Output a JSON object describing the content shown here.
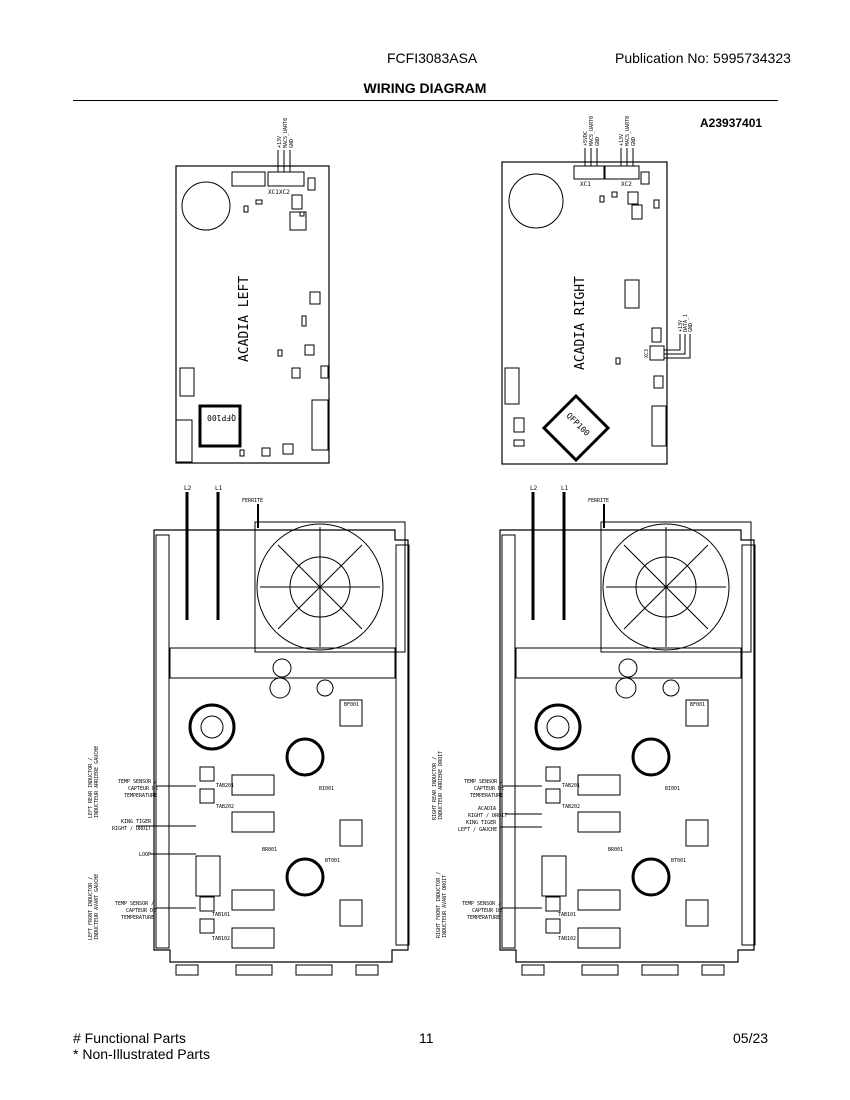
{
  "header": {
    "model": "FCFI3083ASA",
    "publication": "Publication No:  5995734323",
    "title": "WIRING DIAGRAM",
    "doc_number": "A23937401"
  },
  "boards": {
    "left": {
      "name": "ACADIA LEFT",
      "chip": "QFP100",
      "xc1": "XC1",
      "xc2": "XC2",
      "pins": [
        "+13V",
        "MACS_UART0",
        "GND"
      ]
    },
    "right": {
      "name": "ACADIA RIGHT",
      "chip": "QFP100",
      "xc1": "XC1",
      "xc2": "XC2",
      "xc3": "XC3",
      "pins_xc1": [
        "+5VDC",
        "MACS_UART0",
        "GND"
      ],
      "pins_xc2": [
        "+13V",
        "MACS_UART0",
        "GND"
      ],
      "pins_xc3": [
        "+13V",
        "DATA_1",
        "GND"
      ]
    }
  },
  "generators": {
    "left": {
      "l2": "L2",
      "l1": "L1",
      "ferrite": "FERRITE",
      "temp_sensor_top": [
        "TEMP SENSOR /",
        "CAPTEUR DE",
        "TEMPERATURE"
      ],
      "king_tiger": [
        "KING TIGER",
        "RIGHT / DROIT"
      ],
      "loop": "LOOP",
      "temp_sensor_bottom": [
        "TEMP SENSOR /",
        "CAPTEUR DE",
        "TEMPERATURE"
      ],
      "rear_inductor": [
        "LEFT REAR INDUCTOR /",
        "INDUCTEUR ARRIERE GAUCHE"
      ],
      "front_inductor": [
        "LEFT FRONT INDUCTOR /",
        "INDUCTEUR AVANT GAUCHE"
      ],
      "tabs": [
        "TAB201",
        "TAB202",
        "TAB101",
        "TAB102"
      ],
      "refs": [
        "BF001",
        "BI001",
        "BR001",
        "BT001"
      ]
    },
    "right": {
      "l2": "L2",
      "l1": "L1",
      "ferrite": "FERRITE",
      "temp_sensor_top": [
        "TEMP SENSOR /",
        "CAPTEUR DE",
        "TEMPERATURE"
      ],
      "acadia": [
        "ACADIA",
        "RIGHT / DROIT"
      ],
      "king_tiger": [
        "KING TIGER",
        "LEFT / GAUCHE"
      ],
      "temp_sensor_bottom": [
        "TEMP SENSOR /",
        "CAPTEUR DE",
        "TEMPERATURE"
      ],
      "rear_inductor": [
        "RIGHT REAR INDUCTOR /",
        "INDUCTEUR ARRIERE DROIT"
      ],
      "front_inductor": [
        "RIGHT FRONT INDUCTOR /",
        "INDUCTEUR AVANT DROIT"
      ],
      "tabs": [
        "TAB201",
        "TAB202",
        "TAB101",
        "TAB102"
      ],
      "refs": [
        "BF001",
        "BI001",
        "BR001",
        "BT001"
      ]
    }
  },
  "footer": {
    "functional": "# Functional Parts",
    "non_illustrated": "* Non-Illustrated Parts",
    "page": "11",
    "date": "05/23"
  }
}
